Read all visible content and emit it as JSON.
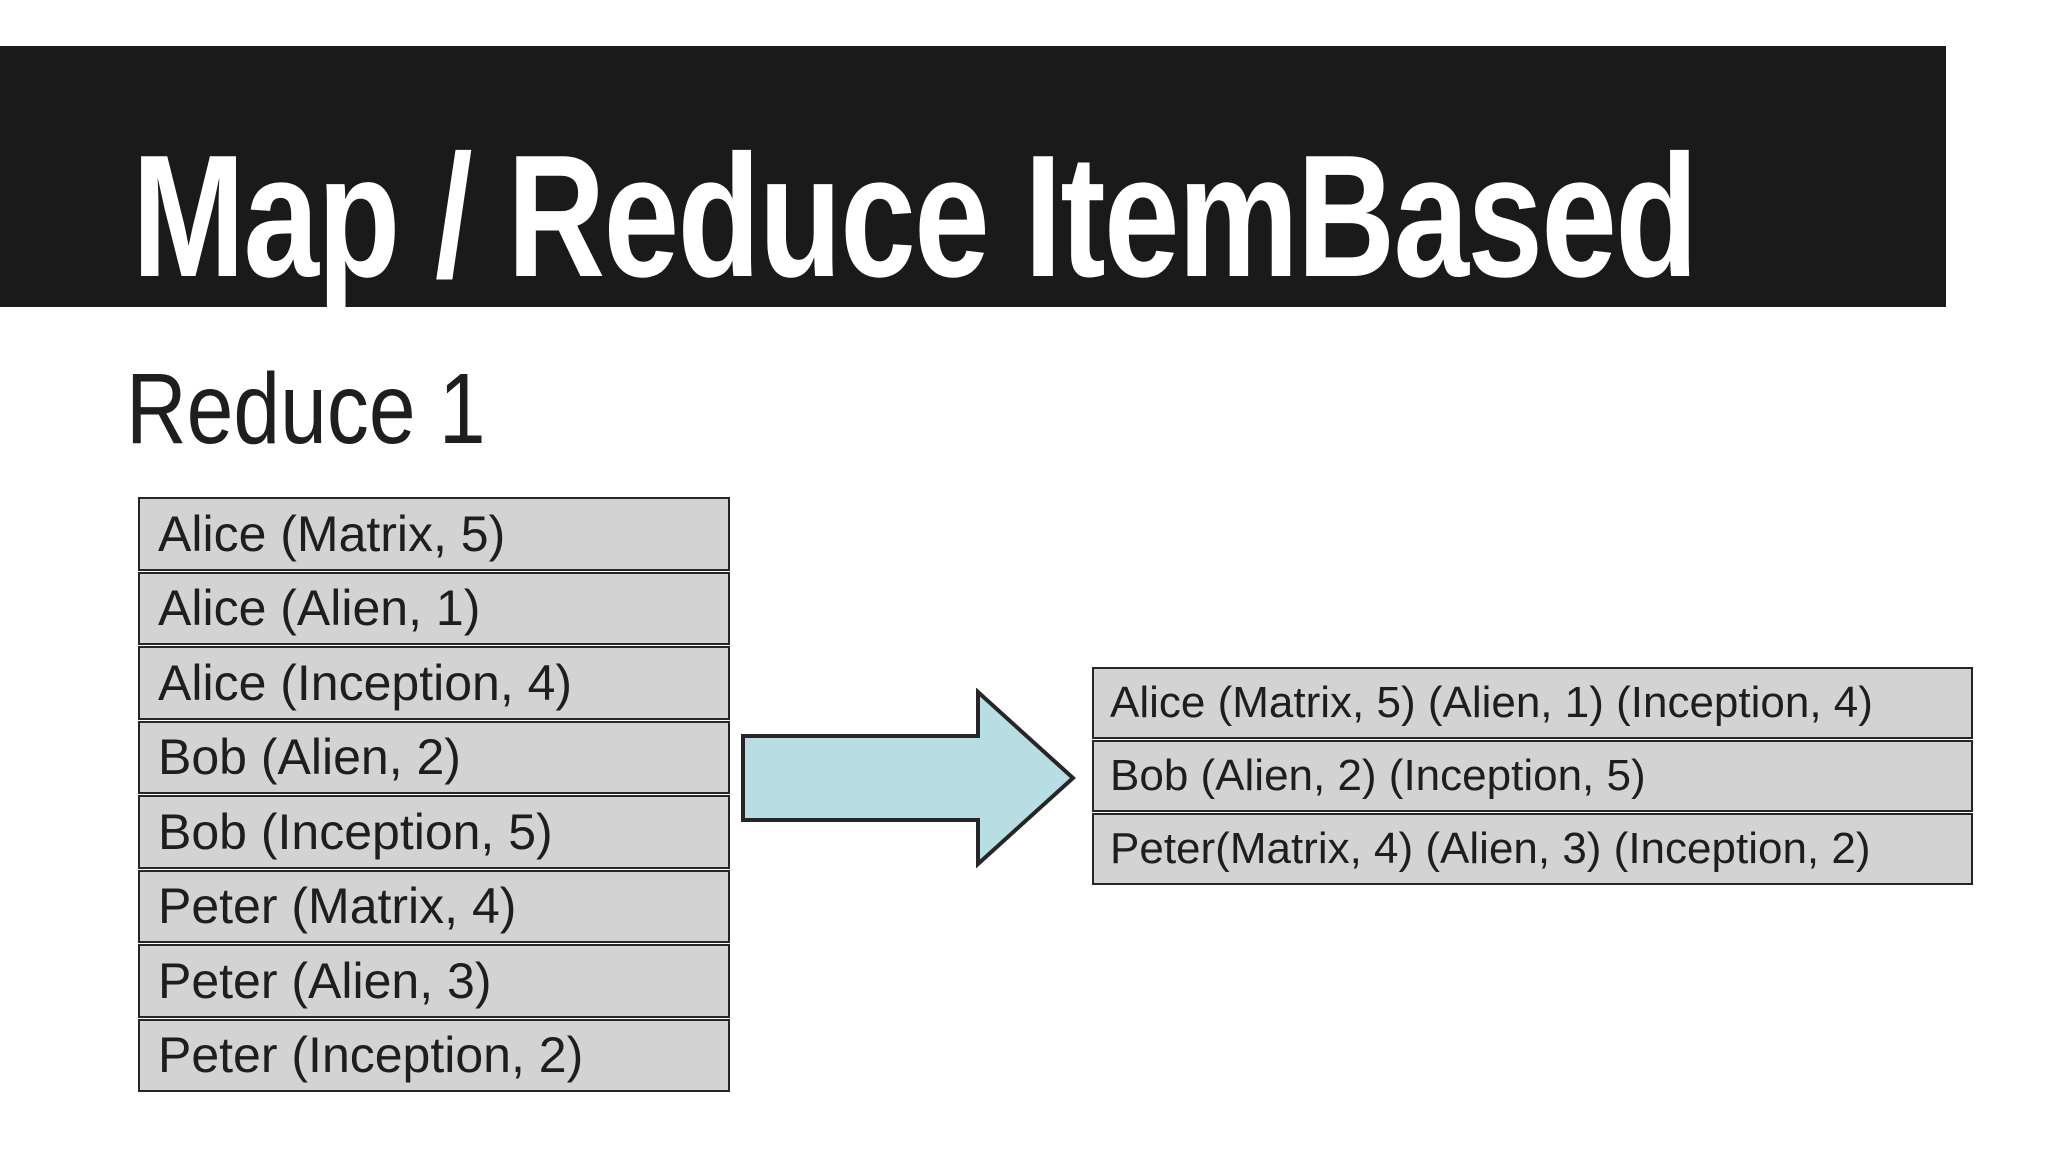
{
  "slide": {
    "title": "Map / Reduce ItemBased",
    "subtitle": "Reduce 1",
    "left_table": {
      "rows": [
        "Alice (Matrix, 5)",
        "Alice (Alien, 1)",
        "Alice (Inception, 4)",
        "Bob (Alien, 2)",
        "Bob (Inception, 5)",
        "Peter (Matrix, 4)",
        "Peter (Alien, 3)",
        "Peter (Inception, 2)"
      ]
    },
    "right_table": {
      "rows": [
        "Alice (Matrix, 5) (Alien, 1) (Inception, 4)",
        "Bob (Alien, 2) (Inception, 5)",
        "Peter(Matrix, 4) (Alien, 3) (Inception, 2)"
      ]
    },
    "arrow": {
      "icon": "right-block-arrow"
    },
    "colors": {
      "page_bg": "#ffffff",
      "title_bar_bg": "#1a1a1a",
      "title_text": "#ffffff",
      "body_text": "#1e1e1e",
      "cell_bg": "#d3d3d3",
      "cell_border": "#262626",
      "arrow_fill": "#b8dde3",
      "arrow_stroke": "#262626"
    }
  }
}
